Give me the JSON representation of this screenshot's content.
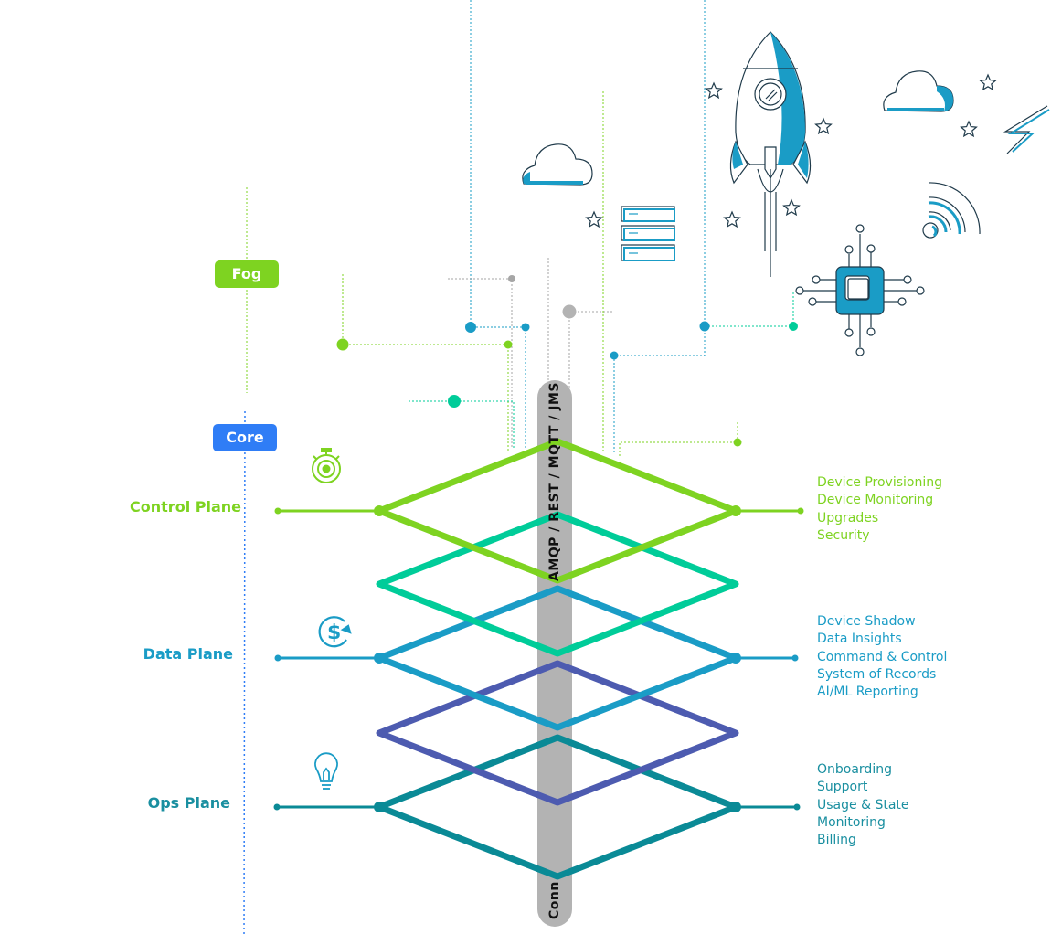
{
  "tiers": {
    "fog": {
      "label": "Fog",
      "color": "#7ed321"
    },
    "core": {
      "label": "Core",
      "color": "#2f7df6"
    }
  },
  "bus": {
    "protocols": "AMQP / REST / MQTT / JMS",
    "bottom_label": "Conn",
    "color": "#b3b3b3"
  },
  "planes": [
    {
      "id": "control",
      "label": "Control Plane",
      "color": "#7ed321",
      "icon": "stopwatch-gear-icon",
      "features": [
        "Device Provisioning",
        "Device Monitoring",
        "Upgrades",
        "Security"
      ]
    },
    {
      "id": "data",
      "label": "Data Plane",
      "color": "#1a9cc6",
      "icon": "dollar-cycle-icon",
      "features": [
        "Device Shadow",
        "Data Insights",
        "Command & Control",
        "System of Records",
        "AI/ML Reporting"
      ]
    },
    {
      "id": "ops",
      "label": "Ops Plane",
      "color": "#1a8fa0",
      "icon": "lightbulb-icon",
      "features": [
        "Onboarding",
        "Support",
        "Usage & State",
        "Monitoring",
        "Billing"
      ]
    }
  ],
  "layer_colors": {
    "teal": "#00cc99",
    "purple": "#4d5bb0",
    "ops_stroke": "#0a8a96"
  },
  "decor_icons": [
    "rocket-icon",
    "cloud-icon",
    "server-stack-icon",
    "chip-icon",
    "wifi-signal-icon",
    "lightning-icon",
    "star-icon"
  ]
}
